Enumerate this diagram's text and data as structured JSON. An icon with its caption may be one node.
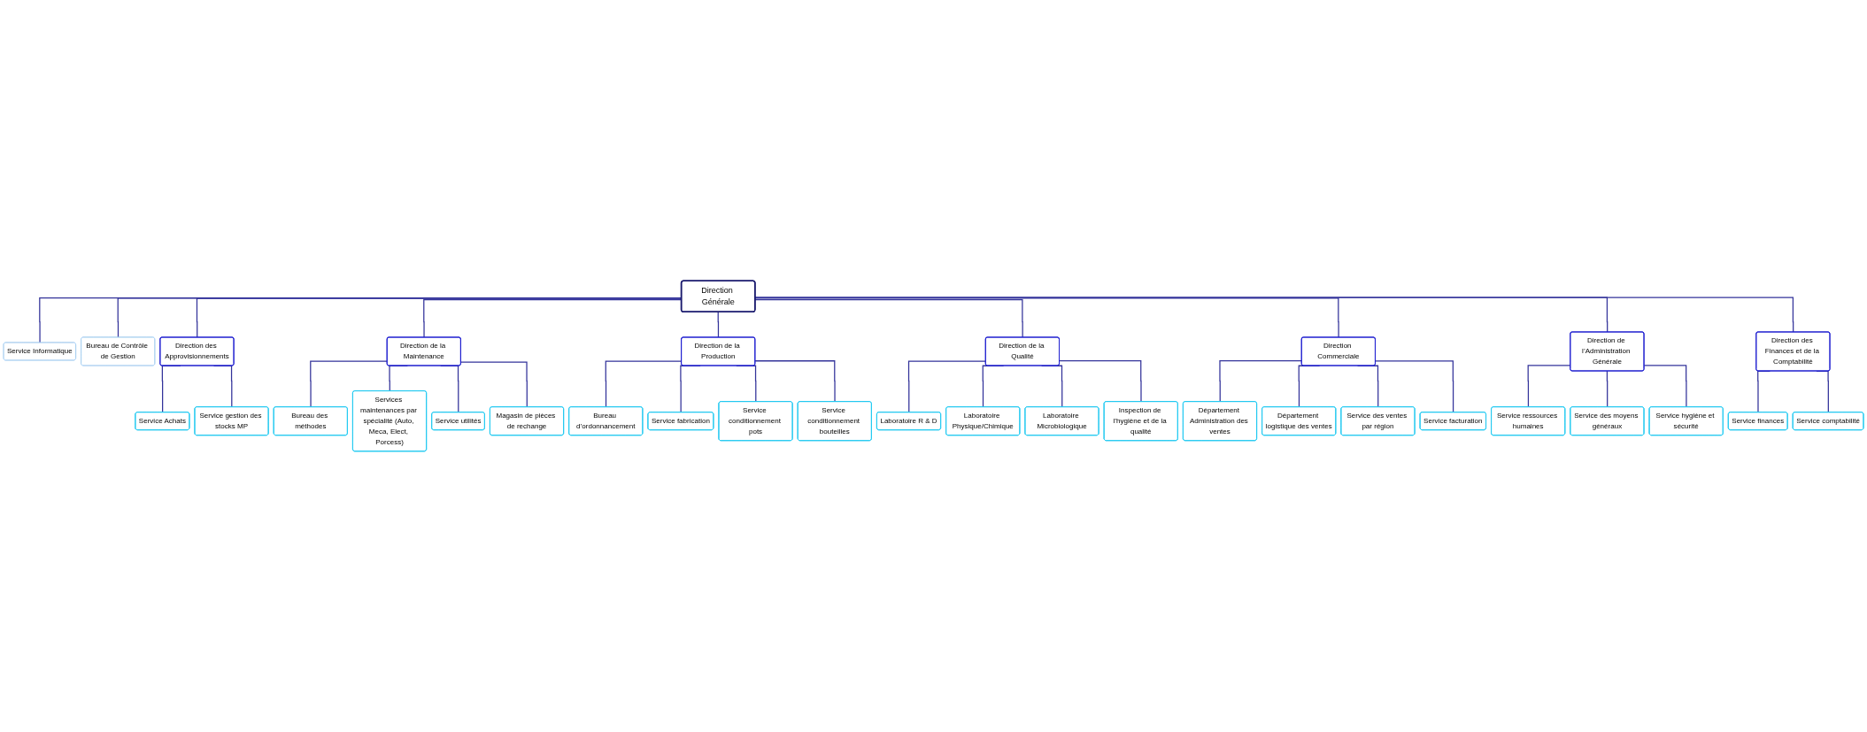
{
  "diagram": {
    "nodes": [
      {
        "text": [
          "Direction Générale"
        ]
      },
      {
        "text": [
          "Service Informatique"
        ]
      },
      {
        "text": [
          "Bureau de Contrôle de Gestion"
        ]
      },
      {
        "text": [
          "Direction des Approvisionnements"
        ]
      },
      {
        "text": [
          "Direction de la Maintenance"
        ]
      },
      {
        "text": [
          "Direction de la Production"
        ]
      },
      {
        "text": [
          "Direction de la Qualité"
        ]
      },
      {
        "text": [
          "Direction Commerciale"
        ]
      },
      {
        "text": [
          "Direction de l’Administration Générale"
        ]
      },
      {
        "text": [
          "Direction des Finances et de la Comptabilité"
        ]
      },
      {
        "text": [
          "Service Achats"
        ]
      },
      {
        "text": [
          "Service gestion des stocks MP"
        ]
      },
      {
        "text": [
          "Bureau des méthodes"
        ]
      },
      {
        "text": [
          "Services maintenances par spécialité (Auto, Meca, Elect, Porcess)"
        ]
      },
      {
        "text": [
          "Service utilités"
        ]
      },
      {
        "text": [
          "Magasin de pièces de rechange"
        ]
      },
      {
        "text": [
          "Bureau d’ordonnancement"
        ]
      },
      {
        "text": [
          "Service fabrication"
        ]
      },
      {
        "text": [
          "Service conditionnement pots"
        ]
      },
      {
        "text": [
          "Service conditionnement bouteilles"
        ]
      },
      {
        "text": [
          "Laboratoire R & D"
        ]
      },
      {
        "text": [
          "Laboratoire Physique/Chimique"
        ]
      },
      {
        "text": [
          "Laboratoire Microbiologique"
        ]
      },
      {
        "text": [
          "Inspection de l’hygiène et de la qualité"
        ]
      },
      {
        "text": [
          "Département Administration des ventes"
        ]
      },
      {
        "text": [
          "Département logistique des ventes"
        ]
      },
      {
        "text": [
          "Service des ventes par région"
        ]
      },
      {
        "text": [
          "Service facturation"
        ]
      },
      {
        "text": [
          "Service ressources humaines"
        ]
      },
      {
        "text": [
          "Service des moyens généraux"
        ]
      },
      {
        "text": [
          "Service hygiène et sécurité"
        ]
      },
      {
        "text": [
          "Service finances"
        ]
      },
      {
        "text": [
          "Service comptabilité"
        ]
      }
    ],
    "edges": [
      {
        "from": 0,
        "to": 1,
        "arrow": "none"
      },
      {
        "from": 0,
        "to": 2,
        "arrow": "none"
      },
      {
        "from": 0,
        "to": 3,
        "arrow": "none"
      },
      {
        "from": 0,
        "to": 4,
        "arrow": "none"
      },
      {
        "from": 0,
        "to": 5,
        "arrow": "none"
      },
      {
        "from": 0,
        "to": 6,
        "arrow": "none"
      },
      {
        "from": 0,
        "to": 7,
        "arrow": "none"
      },
      {
        "from": 0,
        "to": 8,
        "arrow": "none"
      },
      {
        "from": 0,
        "to": 9,
        "arrow": "none"
      },
      {
        "from": 3,
        "to": 10,
        "arrow": "none"
      },
      {
        "from": 3,
        "to": 11,
        "arrow": "none"
      },
      {
        "from": 4,
        "to": 12,
        "arrow": "none"
      },
      {
        "from": 4,
        "to": 13,
        "arrow": "none"
      },
      {
        "from": 4,
        "to": 14,
        "arrow": "none"
      },
      {
        "from": 4,
        "to": 15,
        "arrow": "none"
      },
      {
        "from": 5,
        "to": 16,
        "arrow": "none"
      },
      {
        "from": 5,
        "to": 17,
        "arrow": "none"
      },
      {
        "from": 5,
        "to": 18,
        "arrow": "none"
      },
      {
        "from": 5,
        "to": 19,
        "arrow": "none"
      },
      {
        "from": 6,
        "to": 20,
        "arrow": "none"
      },
      {
        "from": 6,
        "to": 21,
        "arrow": "none"
      },
      {
        "from": 6,
        "to": 22,
        "arrow": "none"
      },
      {
        "from": 6,
        "to": 23,
        "arrow": "none"
      },
      {
        "from": 7,
        "to": 24,
        "arrow": "none"
      },
      {
        "from": 7,
        "to": 25,
        "arrow": "none"
      },
      {
        "from": 7,
        "to": 26,
        "arrow": "none"
      },
      {
        "from": 7,
        "to": 27,
        "arrow": "none"
      },
      {
        "from": 8,
        "to": 28,
        "arrow": "none"
      },
      {
        "from": 8,
        "to": 29,
        "arrow": "none"
      },
      {
        "from": 8,
        "to": 30,
        "arrow": "none"
      },
      {
        "from": 9,
        "to": 31,
        "arrow": "none"
      },
      {
        "from": 9,
        "to": 32,
        "arrow": "none"
      }
    ]
  }
}
